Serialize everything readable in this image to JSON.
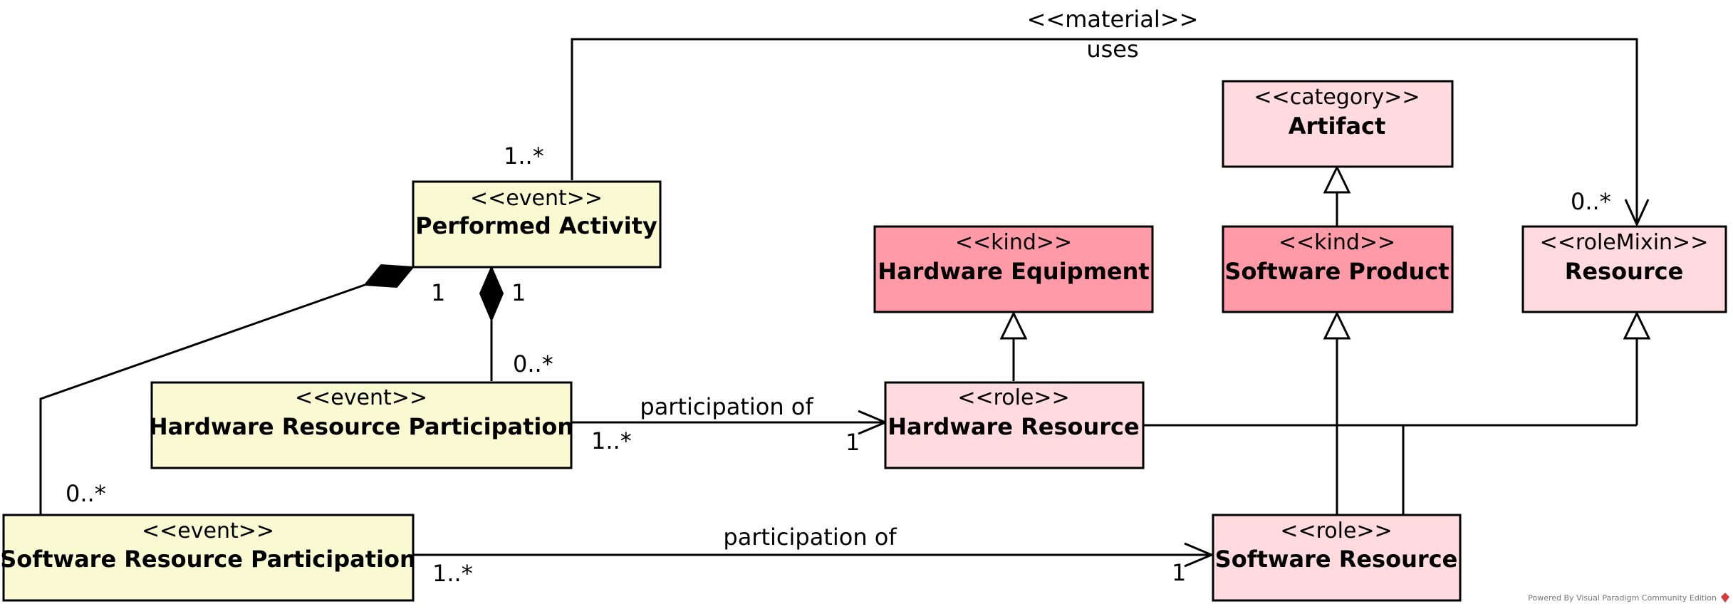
{
  "colors": {
    "event": "#FAFAD2",
    "kind": "#FF9AA6",
    "role": "#FFDADF",
    "category": "#FFDADF",
    "roleMixin": "#FFDADF",
    "line": "#000000"
  },
  "classes": {
    "performed_activity": {
      "stereotype": "<<event>>",
      "name": "Performed Activity"
    },
    "hardware_resource_participation": {
      "stereotype": "<<event>>",
      "name": "Hardware Resource Participation"
    },
    "software_resource_participation": {
      "stereotype": "<<event>>",
      "name": "Software Resource Participation"
    },
    "hardware_equipment": {
      "stereotype": "<<kind>>",
      "name": "Hardware Equipment"
    },
    "software_product": {
      "stereotype": "<<kind>>",
      "name": "Software Product"
    },
    "artifact": {
      "stereotype": "<<category>>",
      "name": "Artifact"
    },
    "resource": {
      "stereotype": "<<roleMixin>>",
      "name": "Resource"
    },
    "hardware_resource": {
      "stereotype": "<<role>>",
      "name": "Hardware Resource"
    },
    "software_resource": {
      "stereotype": "<<role>>",
      "name": "Software Resource"
    }
  },
  "associations": {
    "uses": {
      "stereotype": "<<material>>",
      "name": "uses",
      "source_mult": "1..*",
      "target_mult": "0..*"
    },
    "hw_part_of_activity": {
      "whole_mult": "1",
      "part_mult": "0..*"
    },
    "sw_part_of_activity": {
      "whole_mult": "1",
      "part_mult": "0..*"
    },
    "hw_participation_of": {
      "name": "participation of",
      "source_mult": "1..*",
      "target_mult": "1"
    },
    "sw_participation_of": {
      "name": "participation of",
      "source_mult": "1..*",
      "target_mult": "1"
    }
  },
  "watermark": {
    "text": "Powered By Visual Paradigm Community Edition"
  }
}
